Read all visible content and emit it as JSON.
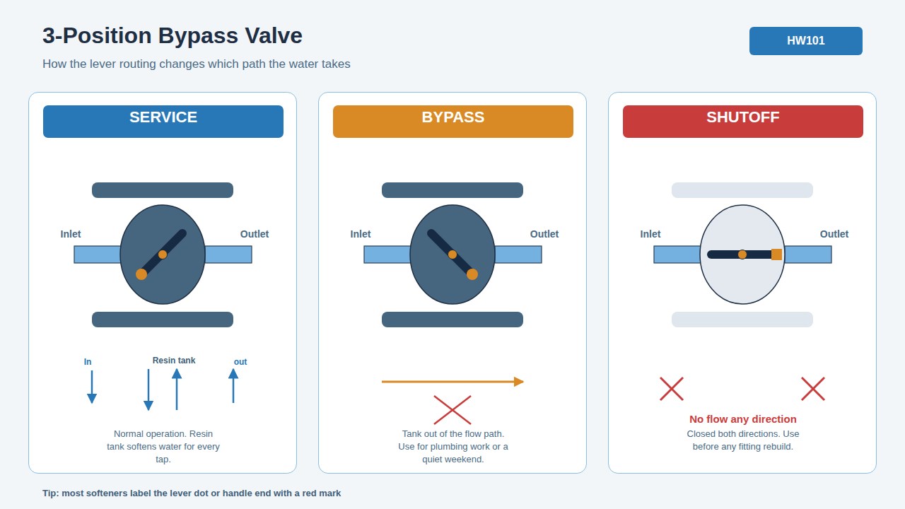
{
  "diagram": {
    "title": "3-Position Bypass Valve",
    "caption": "Tip: most softeners label the lever dot or handle end with a red mark",
    "nodes": [
      {
        "text": [
          "HW101"
        ]
      },
      {
        "text": [
          "Normal operation. Resin tank softens water for every tap."
        ]
      },
      {
        "text": [
          "SERVICE"
        ],
        "in": 1
      },
      {
        "text": [
          "Tank out of the flow path. Use for plumbing work or a quiet weekend."
        ]
      },
      {
        "text": [
          "BYPASS"
        ],
        "in": 3
      },
      {
        "text": [
          "No flow any direction",
          "Closed both directions. Use before any fitting rebuild."
        ]
      },
      {
        "text": [
          "SHUTOFF"
        ],
        "in": 5
      }
    ],
    "labels": [
      "How the lever routing changes which path the water takes",
      "Inlet",
      "Outlet",
      "In",
      "Resin tank",
      "out",
      "Inlet",
      "Outlet",
      "Inlet",
      "Outlet"
    ]
  }
}
